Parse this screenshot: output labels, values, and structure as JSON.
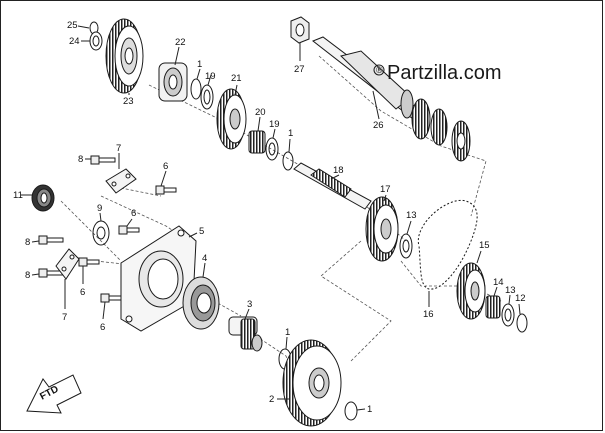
{
  "watermark": {
    "text": "Partzilla.com",
    "registered": "®"
  },
  "direction": {
    "label": "FTD"
  },
  "callouts": [
    {
      "id": "c25",
      "text": "25"
    },
    {
      "id": "c24",
      "text": "24"
    },
    {
      "id": "c23",
      "text": "23"
    },
    {
      "id": "c22",
      "text": "22"
    },
    {
      "id": "c1a",
      "text": "1"
    },
    {
      "id": "c19a",
      "text": "19"
    },
    {
      "id": "c21",
      "text": "21"
    },
    {
      "id": "c20",
      "text": "20"
    },
    {
      "id": "c19b",
      "text": "19"
    },
    {
      "id": "c1b",
      "text": "1"
    },
    {
      "id": "c27",
      "text": "27"
    },
    {
      "id": "c26",
      "text": "26"
    },
    {
      "id": "c18",
      "text": "18"
    },
    {
      "id": "c17",
      "text": "17"
    },
    {
      "id": "c13a",
      "text": "13"
    },
    {
      "id": "c15",
      "text": "15"
    },
    {
      "id": "c14",
      "text": "14"
    },
    {
      "id": "c13b",
      "text": "13"
    },
    {
      "id": "c12",
      "text": "12"
    },
    {
      "id": "c16",
      "text": "16"
    },
    {
      "id": "c8a",
      "text": "8"
    },
    {
      "id": "c7a",
      "text": "7"
    },
    {
      "id": "c11",
      "text": "11"
    },
    {
      "id": "c9",
      "text": "9"
    },
    {
      "id": "c6a",
      "text": "6"
    },
    {
      "id": "c6b",
      "text": "6"
    },
    {
      "id": "c5",
      "text": "5"
    },
    {
      "id": "c8b",
      "text": "8"
    },
    {
      "id": "c8c",
      "text": "8"
    },
    {
      "id": "c6c",
      "text": "6"
    },
    {
      "id": "c7b",
      "text": "7"
    },
    {
      "id": "c6d",
      "text": "6"
    },
    {
      "id": "c4",
      "text": "4"
    },
    {
      "id": "c3",
      "text": "3"
    },
    {
      "id": "c1c",
      "text": "1"
    },
    {
      "id": "c2",
      "text": "2"
    },
    {
      "id": "c1d",
      "text": "1"
    }
  ]
}
